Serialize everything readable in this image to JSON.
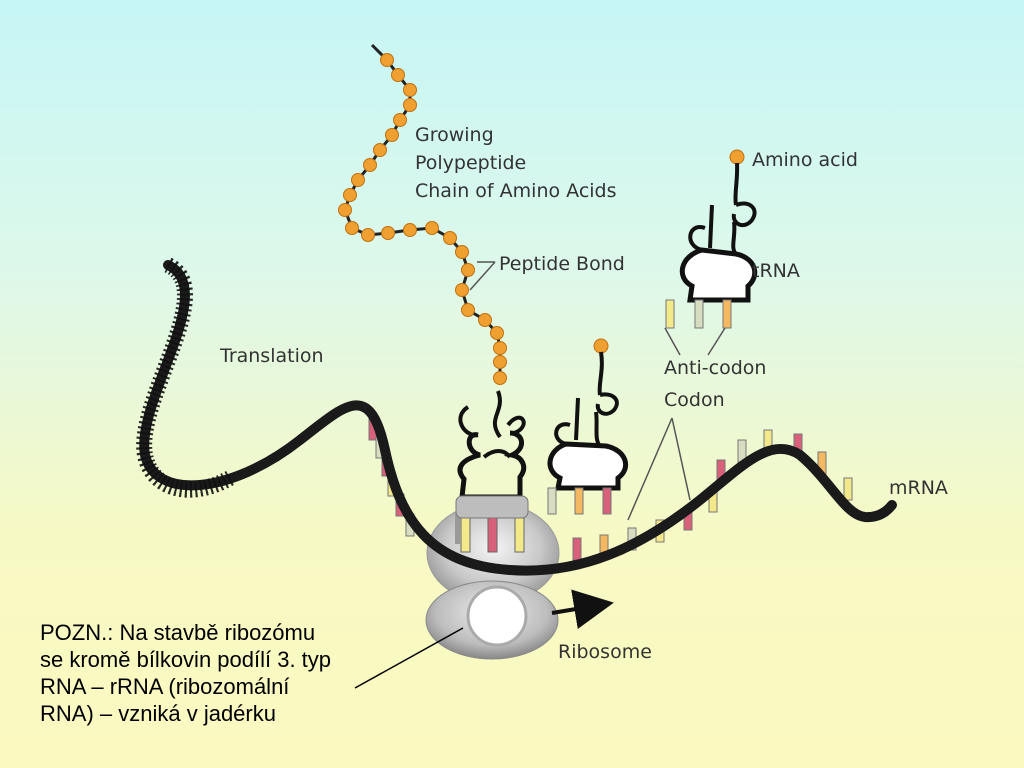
{
  "labels": {
    "growing": [
      "Growing",
      "Polypeptide",
      "Chain of Amino Acids"
    ],
    "peptide_bond": "Peptide Bond",
    "amino_acid": "Amino acid",
    "trna": "tRNA",
    "anticodon": "Anti-codon",
    "codon": "Codon",
    "translation": "Translation",
    "mrna": "mRNA",
    "ribosome": "Ribosome"
  },
  "note": [
    "POZN.: Na stavbě ribozómu",
    "se kromě bílkovin podílí 3. typ",
    "RNA – rRNA (ribozomální",
    "RNA) – vzniká v jadérku"
  ],
  "colors": {
    "amino_acid": "#f0a030",
    "codon_red": "#d9607a",
    "codon_yellow": "#f4e98a",
    "codon_orange": "#f3b860",
    "codon_pale": "#d8dcc0"
  }
}
